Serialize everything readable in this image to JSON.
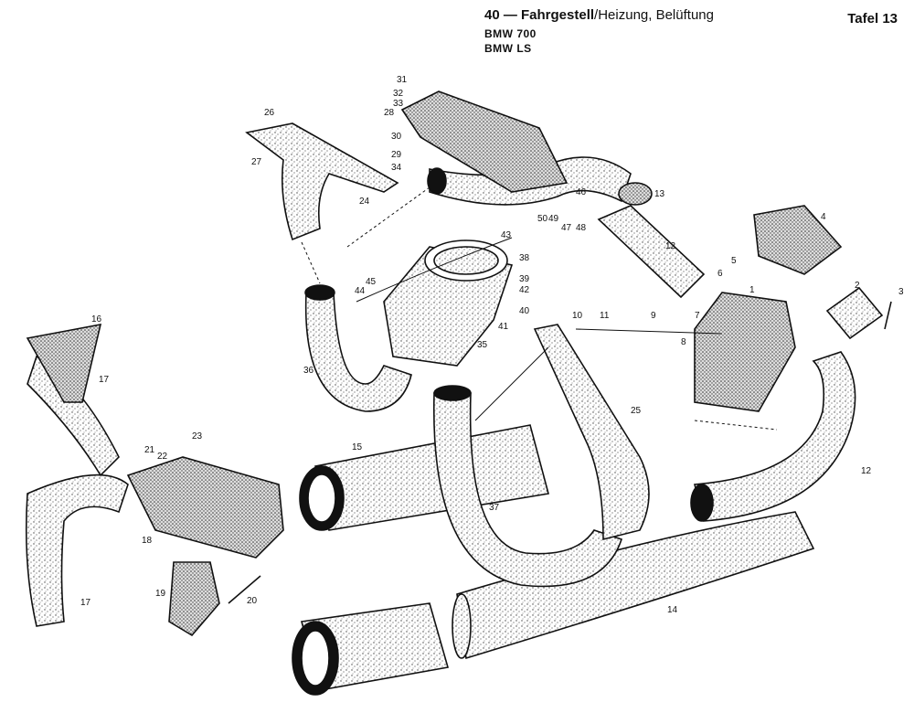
{
  "header": {
    "title_main": "40 — Fahrgestell",
    "title_sub": "/Heizung, Belüftung",
    "model_1": "BMW 700",
    "model_2": "BMW LS",
    "plate": "Tafel 13"
  },
  "part_numbers": [
    "1",
    "2",
    "3",
    "4",
    "5",
    "6",
    "7",
    "8",
    "9",
    "10",
    "11",
    "12",
    "12",
    "13",
    "14",
    "15",
    "16",
    "17",
    "17",
    "18",
    "19",
    "20",
    "21",
    "22",
    "23",
    "24",
    "25",
    "26",
    "27",
    "28",
    "29",
    "30",
    "31",
    "32",
    "33",
    "34",
    "35",
    "36",
    "37",
    "38",
    "39",
    "40",
    "41",
    "42",
    "43",
    "44",
    "45",
    "46",
    "47",
    "48",
    "49",
    "50"
  ],
  "colors": {
    "ink": "#111111",
    "stipple": "#555555",
    "paper": "#ffffff"
  }
}
